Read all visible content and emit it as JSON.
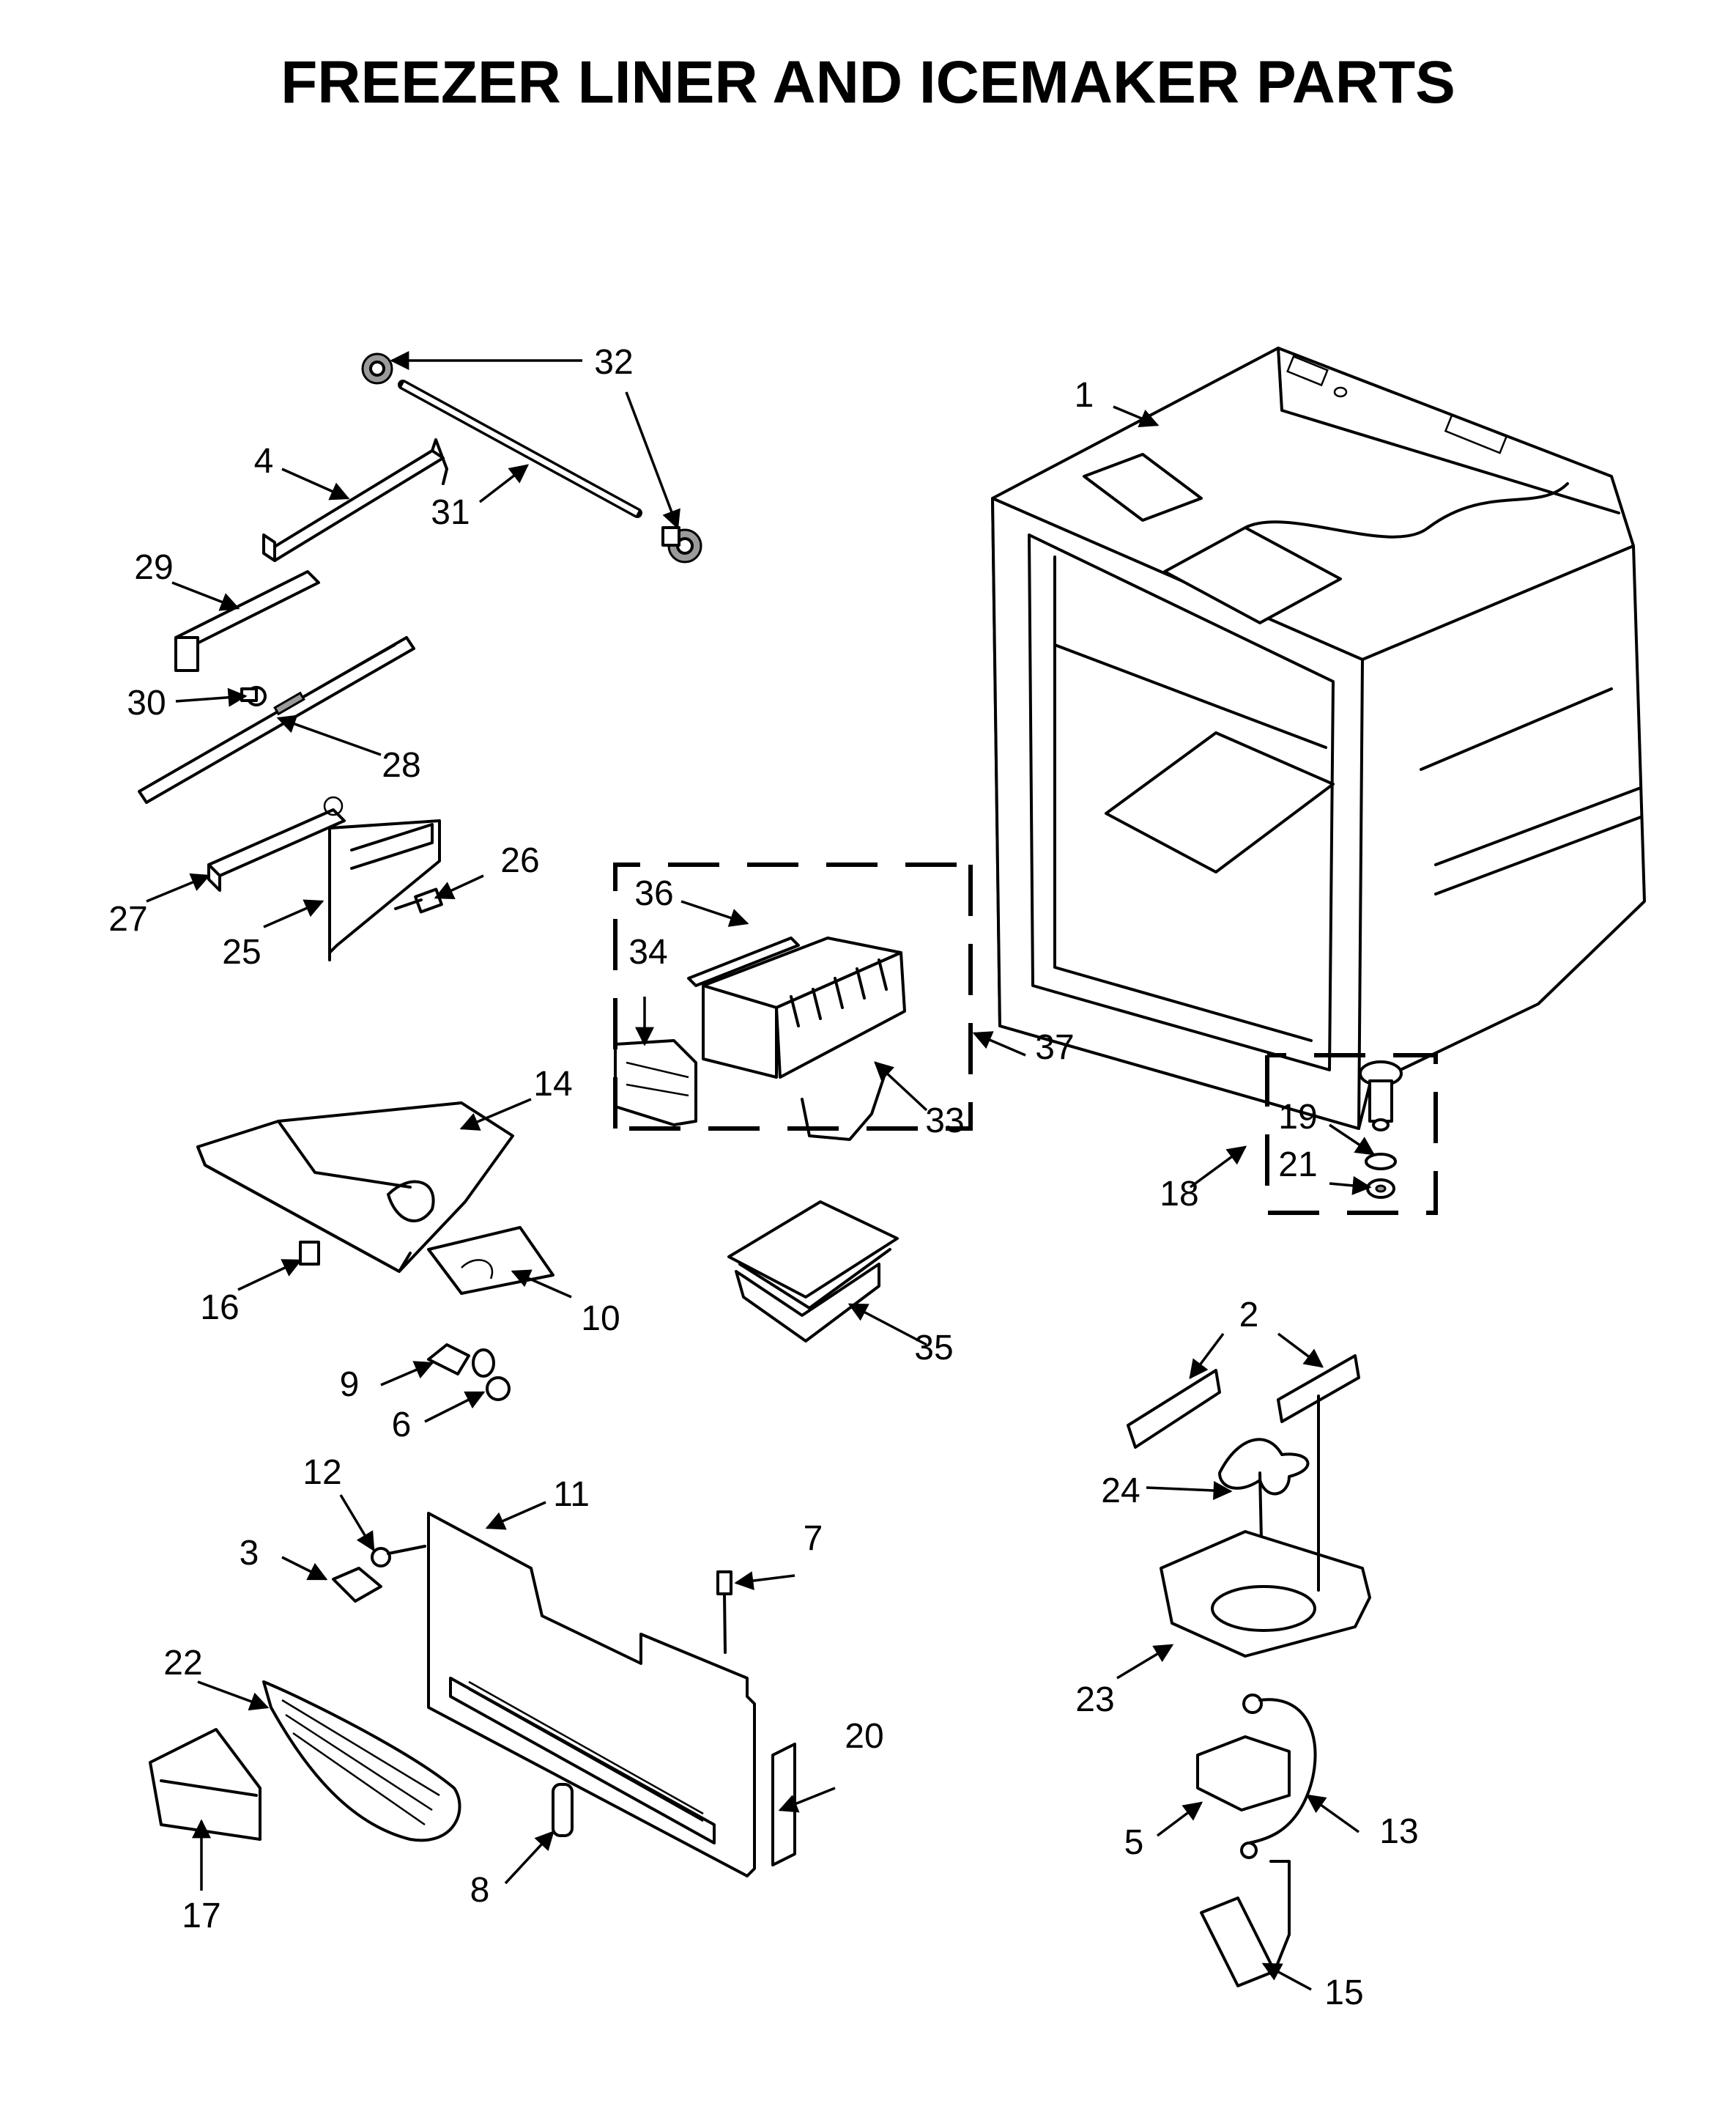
{
  "title": "FREEZER LINER AND ICEMAKER PARTS",
  "callouts": [
    "1",
    "2",
    "3",
    "4",
    "5",
    "6",
    "7",
    "8",
    "9",
    "10",
    "11",
    "12",
    "13",
    "14",
    "15",
    "16",
    "17",
    "18",
    "19",
    "20",
    "21",
    "22",
    "23",
    "24",
    "25",
    "26",
    "27",
    "28",
    "29",
    "30",
    "31",
    "32",
    "33",
    "34",
    "35",
    "36",
    "37"
  ]
}
